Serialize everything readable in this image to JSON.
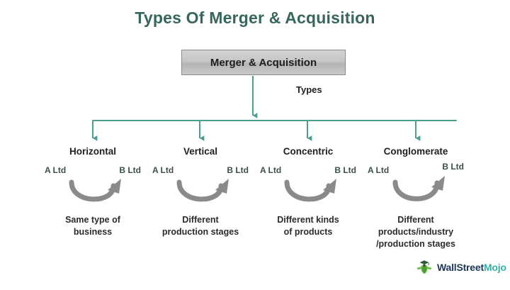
{
  "page": {
    "title": "Types Of Merger & Acquisition",
    "background_color": "#ffffff",
    "title_color": "#36665c"
  },
  "root": {
    "label": "Merger & Acquisition",
    "connector_label": "Types",
    "box_border_color": "#8b8b8b",
    "box_fill_top": "#d3d3d3",
    "box_fill_bottom": "#c9c9c9"
  },
  "connectors": {
    "line_color": "#4a9e8f",
    "arc_color": "#8a8a8a"
  },
  "branches": [
    {
      "name": "horizontal",
      "title": "Horizontal",
      "party_a": "A Ltd",
      "party_b": "B Ltd",
      "party_b_raised": false,
      "description_lines": [
        "Same type of",
        "business"
      ]
    },
    {
      "name": "vertical",
      "title": "Vertical",
      "party_a": "A Ltd",
      "party_b": "B Ltd",
      "party_b_raised": false,
      "description_lines": [
        "Different",
        "production stages"
      ]
    },
    {
      "name": "concentric",
      "title": "Concentric",
      "party_a": "A Ltd",
      "party_b": "B Ltd",
      "party_b_raised": false,
      "description_lines": [
        "Different kinds",
        "of products"
      ]
    },
    {
      "name": "conglomerate",
      "title": "Conglomerate",
      "party_a": "A Ltd",
      "party_b": "B Ltd",
      "party_b_raised": true,
      "description_lines": [
        "Different",
        "products/industry",
        "/production stages"
      ]
    }
  ],
  "footer": {
    "logo_icon": "graduate-figure-icon",
    "brand_primary": "WallStreet",
    "brand_secondary": "Mojo",
    "brand_primary_color": "#1d3557",
    "brand_secondary_color": "#35b0a7"
  }
}
